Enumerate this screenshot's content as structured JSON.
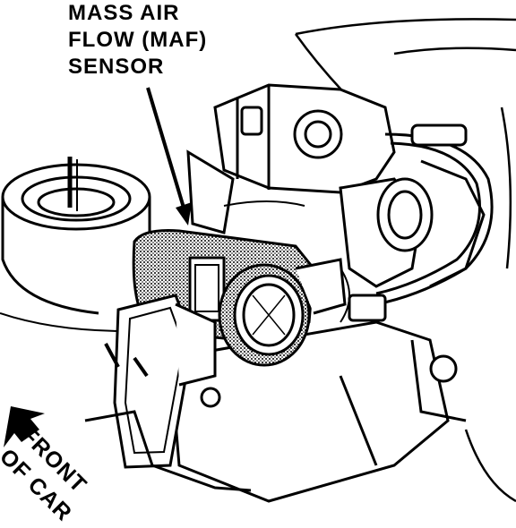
{
  "callout": {
    "lines": [
      "MASS AIR",
      "FLOW (MAF)",
      "SENSOR"
    ]
  },
  "direction": {
    "lines": [
      "FRONT",
      "OF CAR"
    ]
  },
  "colors": {
    "ink": "#000000",
    "paper": "#ffffff",
    "shade": "#6e6e6e"
  }
}
